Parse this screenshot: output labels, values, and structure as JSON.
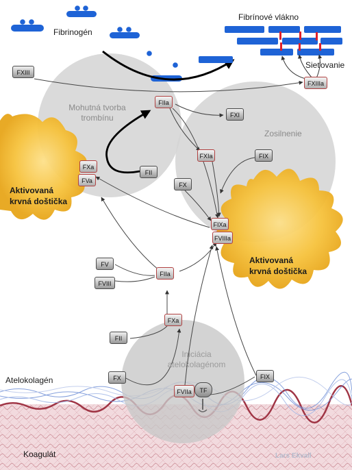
{
  "labels": {
    "fibrinogen": "Fibrinogén",
    "fibrin_fiber": "Fibrínové vlákno",
    "crosslinking": "Sieťovanie",
    "thrombin_burst_line1": "Mohutná tvorba",
    "thrombin_burst_line2": "trombínu",
    "amplification": "Zosilnenie",
    "platelet_left_line1": "Aktivovaná",
    "platelet_left_line2": "krvná doštička",
    "platelet_right_line1": "Aktivovaná",
    "platelet_right_line2": "krvná doštička",
    "initiation_line1": "Iniciácia",
    "initiation_line2": "atelokolagénom",
    "atelocollagen": "Atelokolagén",
    "clot": "Koagulát",
    "watermark": "Lars Ekvall"
  },
  "factors": {
    "fxiii": "FXIII",
    "fxiiia": "FXIIIa",
    "fiia_top": "FIIa",
    "fxi": "FXI",
    "fxia": "FXIa",
    "fix_mid": "FIX",
    "fxa_platelet": "FXa",
    "fva": "FVa",
    "fii_mid": "FII",
    "fx_mid": "FX",
    "fixa": "FIXa",
    "fviiia": "FVIIIa",
    "fv": "FV",
    "fviii": "FVIII",
    "fiia_mid": "FIIa",
    "fxa_low": "FXa",
    "fii_low": "FII",
    "fx_low": "FX",
    "fviia": "FVIIa",
    "tf": "TF",
    "fix_low": "FIX"
  },
  "colors": {
    "fibrin_blue": "#1e63d6",
    "crosslink_red": "#e0202a",
    "platelet_yellow": "#f3b92a",
    "zone_grey": "#d3d3d3",
    "clot_red": "#b04050",
    "collagen_blue": "#6f8fd6"
  }
}
